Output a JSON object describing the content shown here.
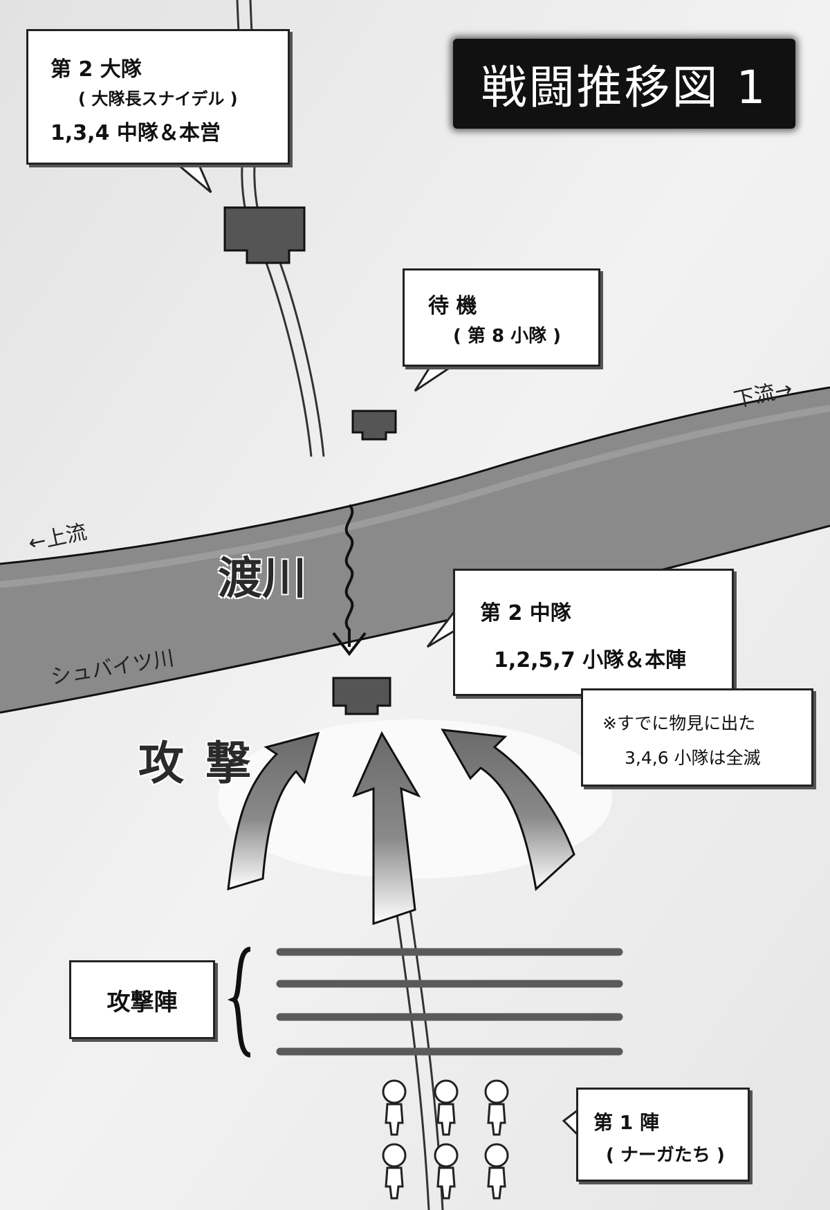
{
  "title": "戦闘推移図 1",
  "callouts": {
    "battalion2": {
      "line1": "第 2 大隊",
      "line2": "( 大隊長スナイデル )",
      "line3": "1,3,4 中隊＆本営"
    },
    "standby": {
      "line1": "待 機",
      "line2": "( 第 8 小隊 )"
    },
    "company2": {
      "line1": "第 2 中隊",
      "line2": "1,2,5,7 小隊＆本陣"
    },
    "note": {
      "line1": "※すでに物見に出た",
      "line2": "3,4,6 小隊は全滅"
    },
    "formation": {
      "line1": "攻撃陣"
    },
    "front1": {
      "line1": "第 1 陣",
      "line2": "( ナーガたち )"
    }
  },
  "labels": {
    "downstream": "下流→",
    "upstream": "←上流",
    "river_name": "シュバイツ川",
    "crossing": "渡川",
    "attack": "攻 撃"
  },
  "colors": {
    "river": "#8a8a8a",
    "unit": "#555555",
    "arrow": "#6d6d6d",
    "ground": "#ececec"
  }
}
